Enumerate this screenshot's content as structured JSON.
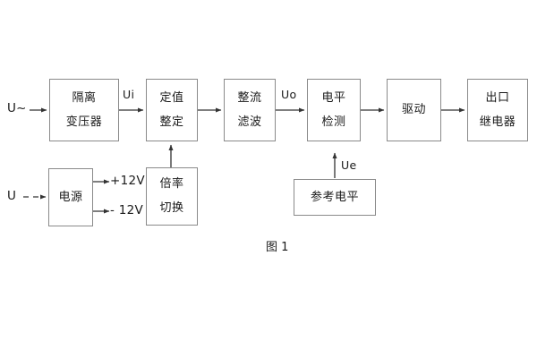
{
  "diagram": {
    "caption": "图 1",
    "boxes": [
      {
        "id": "isolation-transformer",
        "l1": "隔离",
        "l2": "变压器"
      },
      {
        "id": "setting-value",
        "l1": "定值",
        "l2": "整定"
      },
      {
        "id": "rectify-filter",
        "l1": "整流",
        "l2": "滤波"
      },
      {
        "id": "level-detect",
        "l1": "电平",
        "l2": "检测"
      },
      {
        "id": "drive",
        "l1": "驱动",
        "l2": ""
      },
      {
        "id": "output-relay",
        "l1": "出口",
        "l2": "继电器"
      },
      {
        "id": "power-supply",
        "l1": "电源",
        "l2": ""
      },
      {
        "id": "multiplier-switch",
        "l1": "倍率",
        "l2": "切换"
      },
      {
        "id": "reference-level",
        "l1": "参考电平",
        "l2": ""
      }
    ],
    "labels": {
      "input_ac": "U~",
      "input_dc": "U",
      "ui": "Ui",
      "uo": "Uo",
      "ue": "Ue",
      "rail_pos": "+12V",
      "rail_neg": "- 12V"
    },
    "colors": {
      "stroke": "#8a8a8a",
      "wire": "#333333",
      "text": "#1a1a1a",
      "background": "#ffffff"
    }
  }
}
